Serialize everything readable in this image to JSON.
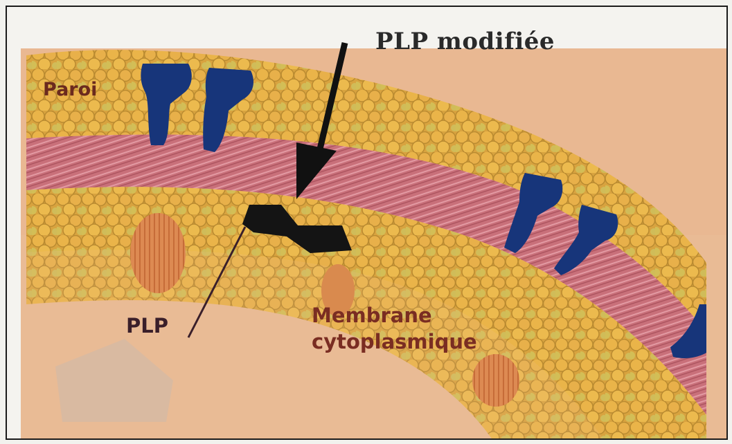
{
  "labels": {
    "modified_plp": "PLP modifiée",
    "wall": "Paroi",
    "plp": "PLP",
    "membrane_line1": "Membrane",
    "membrane_line2": "cytoplasmique"
  },
  "colors": {
    "background": "#f4f3ef",
    "peptidoglycan": "#e3ad46",
    "pink_band": "#c9707a",
    "cytoplasm": "#e9b892",
    "blue_protein": "#17357a",
    "black_plp": "#141414",
    "orange_protein": "#d98a4e"
  }
}
